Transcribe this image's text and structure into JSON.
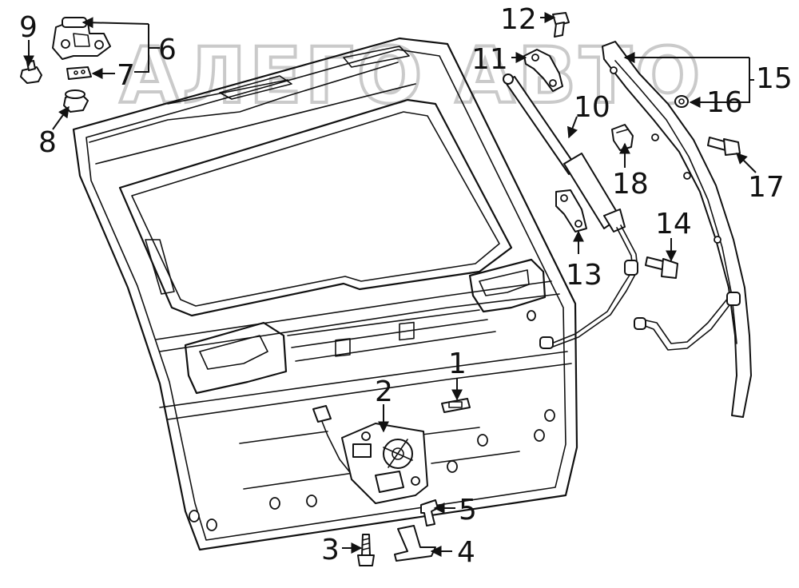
{
  "watermark": "АЛЕГО АВТО",
  "callouts": {
    "c1": "1",
    "c2": "2",
    "c3": "3",
    "c4": "4",
    "c5": "5",
    "c6": "6",
    "c7": "7",
    "c8": "8",
    "c9": "9",
    "c10": "10",
    "c11": "11",
    "c12": "12",
    "c13": "13",
    "c14": "14",
    "c15": "15",
    "c16": "16",
    "c17": "17",
    "c18": "18"
  }
}
